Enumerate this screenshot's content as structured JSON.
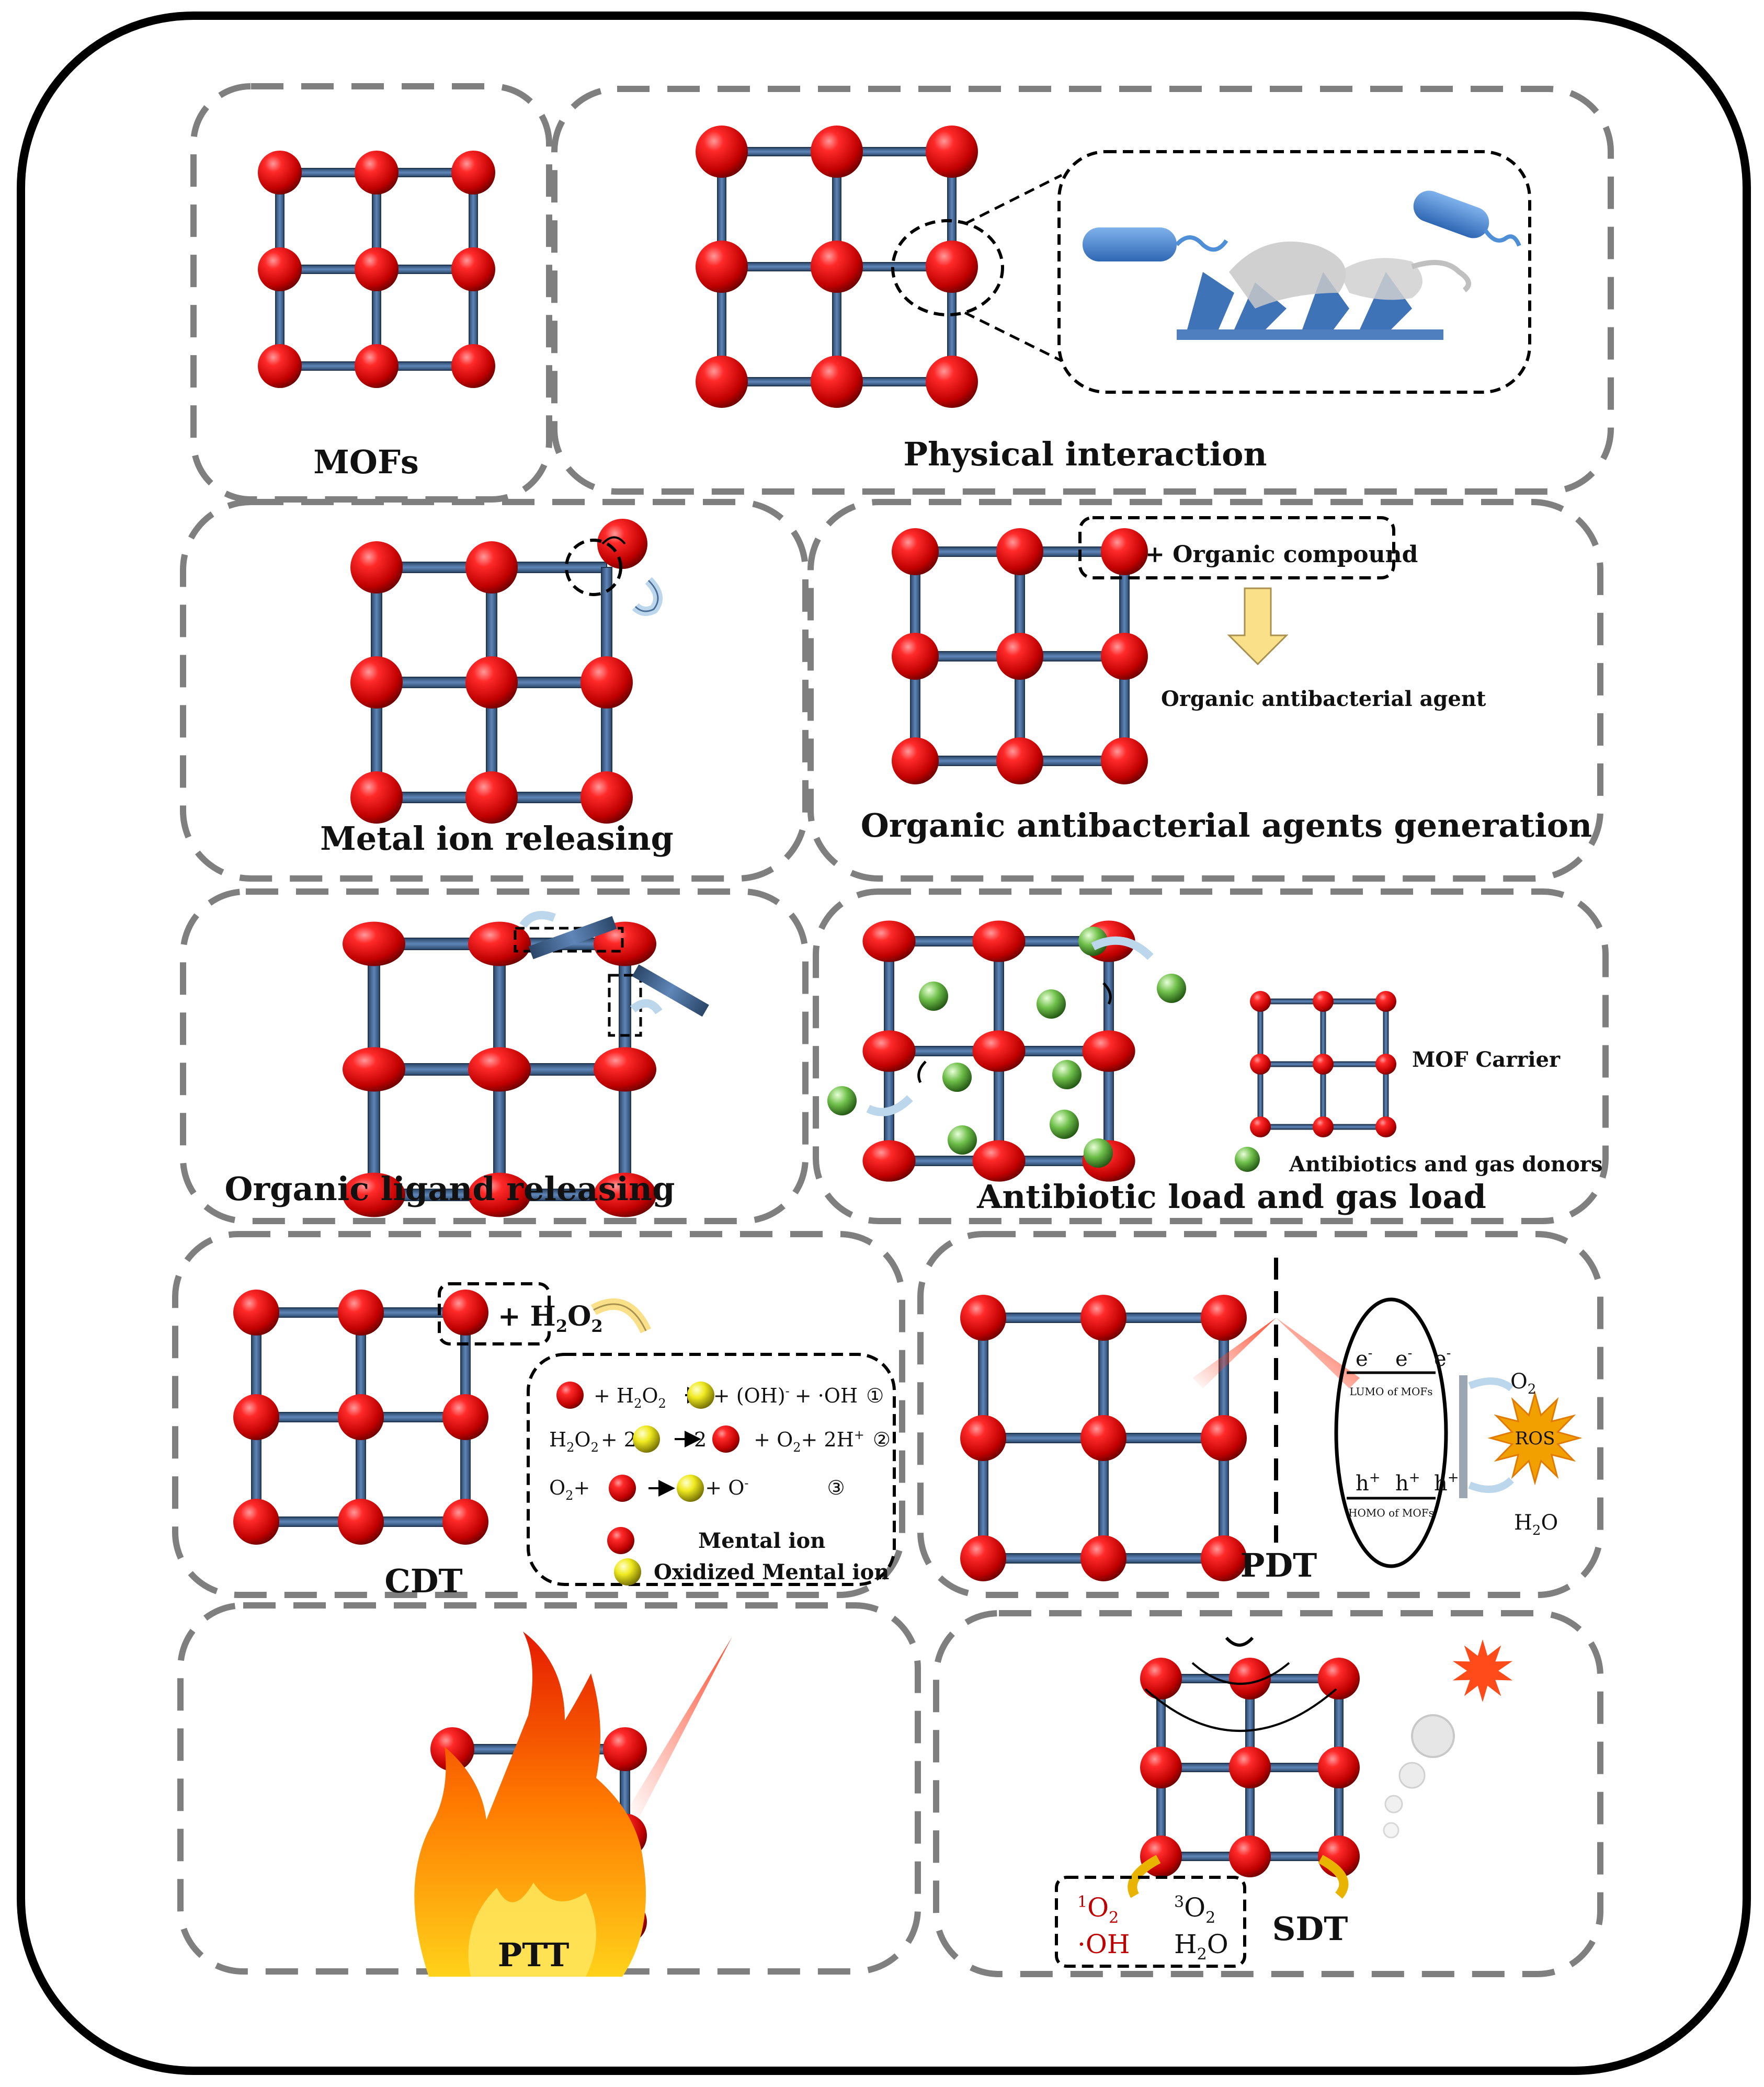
{
  "panels": {
    "mofs": {
      "title": "MOFs"
    },
    "physical": {
      "title": "Physical interaction"
    },
    "metal_ion": {
      "title": "Metal ion releasing"
    },
    "organic_agents": {
      "title": "Organic antibacterial agents generation",
      "compound": "+ Organic compound",
      "agent": "Organic antibacterial agent"
    },
    "ligand": {
      "title": "Organic ligand releasing"
    },
    "antibiotic": {
      "title": "Antibiotic load and gas load",
      "carrier": "MOF Carrier",
      "donors": "Antibiotics and gas donors"
    },
    "cdt": {
      "title": "CDT",
      "plus": "+ H",
      "sub2": "2",
      "o": "O",
      "eq1": {
        "a": "+ H",
        "b": "O",
        "c": "+ (OH)",
        "d": "+ ·OH",
        "num": "①",
        "sub": "2",
        "sup": "-"
      },
      "eq2": {
        "a": "H",
        "b": "O",
        "c": "+ 2",
        "d": "2",
        "e": "+ O",
        "f": "+ 2H",
        "num": "②",
        "sub": "2",
        "sup": "+"
      },
      "eq3": {
        "a": "O",
        "b": "+",
        "c": "+ O",
        "num": "③",
        "sub": "2",
        "sup": "-"
      },
      "legend_metal": "Mental ion",
      "legend_oxidized": "Oxidized Mental ion"
    },
    "pdt": {
      "title": "PDT",
      "electron": "e",
      "minus": "-",
      "hole": "h",
      "plus": "+",
      "lumo": "LUMO of MOFs",
      "homo": "HOMO of MOFs",
      "o2": "O",
      "sub2": "2",
      "ros": "ROS",
      "h2o_h": "H",
      "h2o_o": "O"
    },
    "ptt": {
      "title": "PTT"
    },
    "sdt": {
      "title": "SDT",
      "singlet_sup": "1",
      "triplet_sup": "3",
      "o": "O",
      "sub2": "2",
      "oh": "·OH",
      "h": "H"
    }
  },
  "colors": {
    "frame": "#000000",
    "dash": "#7f7f7f",
    "node": "#d0021b",
    "rod": "#3b5b84",
    "bacteria": "#4472c4",
    "highlight_red": "#c00000",
    "yellow": "#e8e200",
    "green": "#4f9f2f",
    "ros": "#f2a000"
  }
}
